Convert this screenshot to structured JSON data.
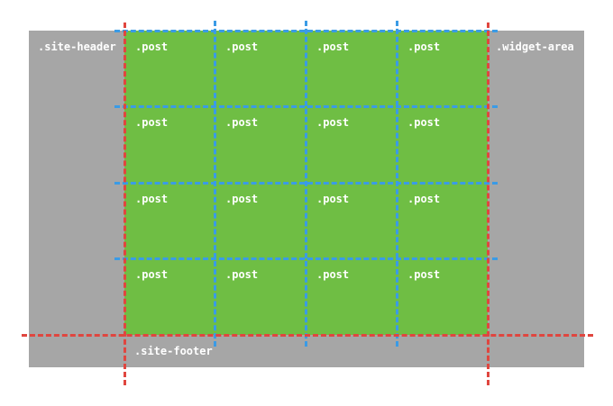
{
  "regions": {
    "header_label": ".site-header",
    "widget_label": ".widget-area",
    "footer_label": ".site-footer"
  },
  "posts": [
    ".post",
    ".post",
    ".post",
    ".post",
    ".post",
    ".post",
    ".post",
    ".post",
    ".post",
    ".post",
    ".post",
    ".post",
    ".post",
    ".post",
    ".post",
    ".post"
  ],
  "colors": {
    "region_gray": "#a6a6a6",
    "post_green": "#6fbe44",
    "outer_grid_line": "#e0463f",
    "inner_grid_line": "#3a9be6"
  }
}
